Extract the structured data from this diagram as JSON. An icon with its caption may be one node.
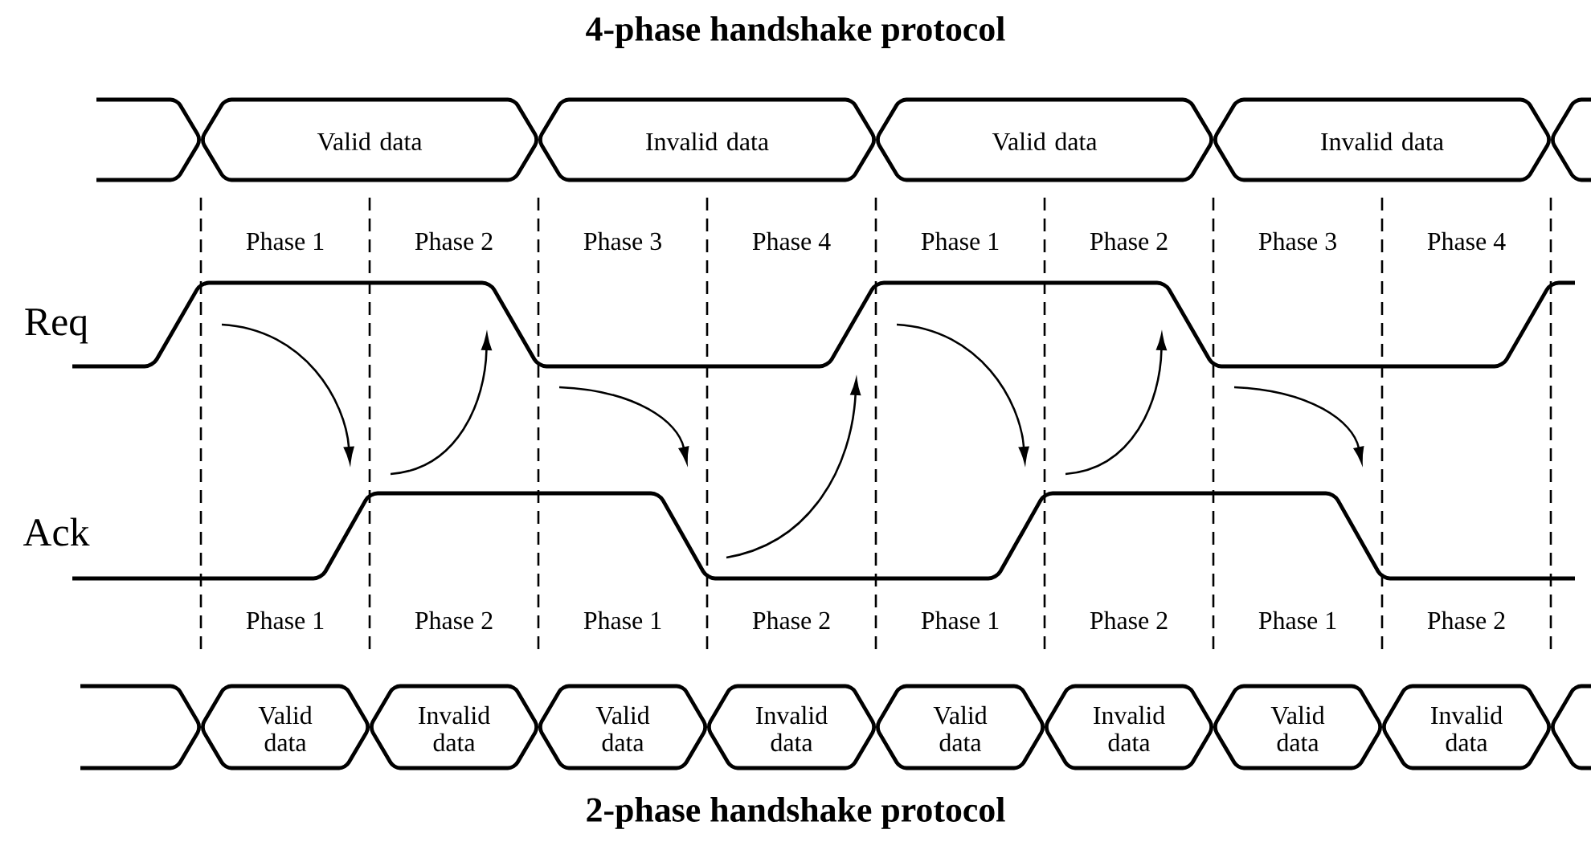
{
  "diagram": {
    "title": "4-phase handshake protocol",
    "caption": "2-phase handshake protocol",
    "nodes": [
      {
        "text": [
          "Valid data"
        ]
      },
      {
        "text": [
          "Invalid data"
        ]
      },
      {
        "text": [
          "Valid data"
        ]
      },
      {
        "text": [
          "Invalid data"
        ]
      },
      {
        "text": [
          "Valid data"
        ]
      },
      {
        "text": [
          "Invalid data"
        ]
      },
      {
        "text": [
          "Valid data"
        ]
      },
      {
        "text": [
          "Invalid data"
        ]
      },
      {
        "text": [
          "Valid data"
        ]
      },
      {
        "text": [
          "Invalid data"
        ]
      },
      {
        "text": [
          "Valid data"
        ]
      },
      {
        "text": [
          "Invalid data"
        ]
      }
    ],
    "labels": [
      "Phase 1",
      "Phase 2",
      "Phase 3",
      "Phase 4",
      "Phase 1",
      "Phase 2",
      "Phase 3",
      "Phase 4",
      "Req",
      "Ack",
      "Phase 1",
      "Phase 2",
      "Phase 1",
      "Phase 2",
      "Phase 1",
      "Phase 2",
      "Phase 1",
      "Phase 2"
    ]
  }
}
